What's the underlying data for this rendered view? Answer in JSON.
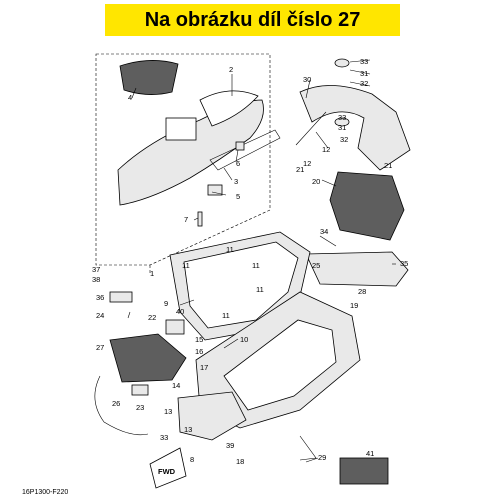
{
  "banner": {
    "text": "Na obrázku díl číslo 27",
    "background": "#ffe600"
  },
  "diagram_code": "16P1300-F220",
  "fwd_label": "FWD",
  "part_labels": [
    "1",
    "2",
    "3",
    "4",
    "5",
    "6",
    "7",
    "8",
    "9",
    "10",
    "11",
    "11",
    "11",
    "11",
    "11",
    "12",
    "12",
    "13",
    "13",
    "14",
    "15",
    "16",
    "17",
    "18",
    "19",
    "20",
    "21",
    "21",
    "22",
    "23",
    "24",
    "25",
    "26",
    "27",
    "28",
    "29",
    "30",
    "31",
    "31",
    "32",
    "32",
    "33",
    "33",
    "33",
    "34",
    "35",
    "36",
    "37",
    "38",
    "39",
    "40",
    "41"
  ]
}
